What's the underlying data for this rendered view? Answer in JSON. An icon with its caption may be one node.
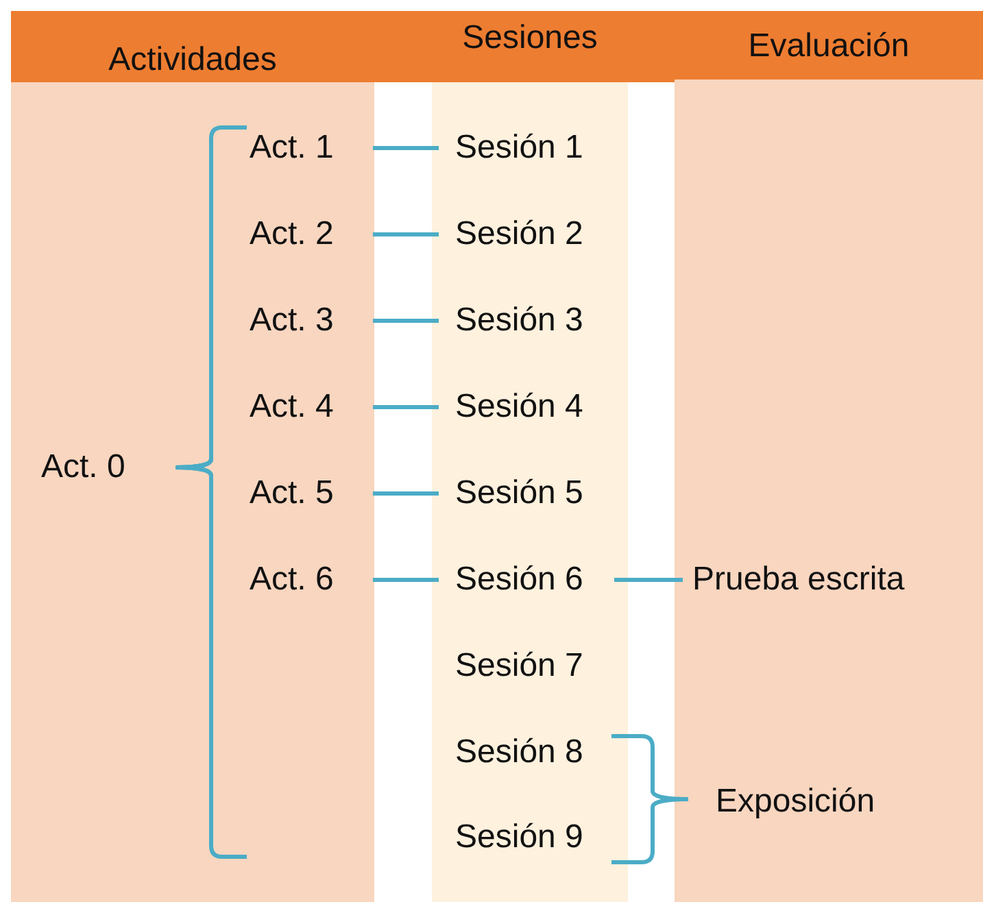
{
  "diagram": {
    "nodes": [
      {
        "text": [
          "Actividades"
        ]
      },
      {
        "text": [
          "Sesiones"
        ]
      },
      {
        "text": [
          "Evaluación"
        ]
      },
      {
        "text": [
          "Act. 0"
        ],
        "in": 0
      },
      {
        "text": [
          "Act. 1"
        ],
        "in": 0
      },
      {
        "text": [
          "Act. 2"
        ],
        "in": 0
      },
      {
        "text": [
          "Act. 3"
        ],
        "in": 0
      },
      {
        "text": [
          "Act. 4"
        ],
        "in": 0
      },
      {
        "text": [
          "Act. 5"
        ],
        "in": 0
      },
      {
        "text": [
          "Act. 6"
        ],
        "in": 0
      },
      {
        "text": [
          "Sesión 1"
        ],
        "in": 1
      },
      {
        "text": [
          "Sesión 2"
        ],
        "in": 1
      },
      {
        "text": [
          "Sesión 3"
        ],
        "in": 1
      },
      {
        "text": [
          "Sesión 4"
        ],
        "in": 1
      },
      {
        "text": [
          "Sesión 5"
        ],
        "in": 1
      },
      {
        "text": [
          "Sesión 6"
        ],
        "in": 1
      },
      {
        "text": [
          "Sesión 7"
        ],
        "in": 1
      },
      {
        "text": [
          "Sesión 8"
        ],
        "in": 1
      },
      {
        "text": [
          "Sesión 9"
        ],
        "in": 1
      },
      {
        "text": [
          "Prueba escrita"
        ],
        "in": 2
      },
      {
        "text": [
          "Exposición"
        ],
        "in": 2
      }
    ],
    "edges": [
      {
        "from": 3,
        "to": 4,
        "arrow": "none"
      },
      {
        "from": 3,
        "to": 5,
        "arrow": "none"
      },
      {
        "from": 3,
        "to": 6,
        "arrow": "none"
      },
      {
        "from": 3,
        "to": 7,
        "arrow": "none"
      },
      {
        "from": 3,
        "to": 8,
        "arrow": "none"
      },
      {
        "from": 3,
        "to": 9,
        "arrow": "none"
      },
      {
        "from": 4,
        "to": 10,
        "arrow": "none"
      },
      {
        "from": 5,
        "to": 11,
        "arrow": "none"
      },
      {
        "from": 6,
        "to": 12,
        "arrow": "none"
      },
      {
        "from": 7,
        "to": 13,
        "arrow": "none"
      },
      {
        "from": 8,
        "to": 14,
        "arrow": "none"
      },
      {
        "from": 9,
        "to": 15,
        "arrow": "none"
      },
      {
        "from": 15,
        "to": 19,
        "arrow": "none"
      },
      {
        "from": 17,
        "to": 20,
        "arrow": "none"
      },
      {
        "from": 18,
        "to": 20,
        "arrow": "none"
      }
    ]
  }
}
